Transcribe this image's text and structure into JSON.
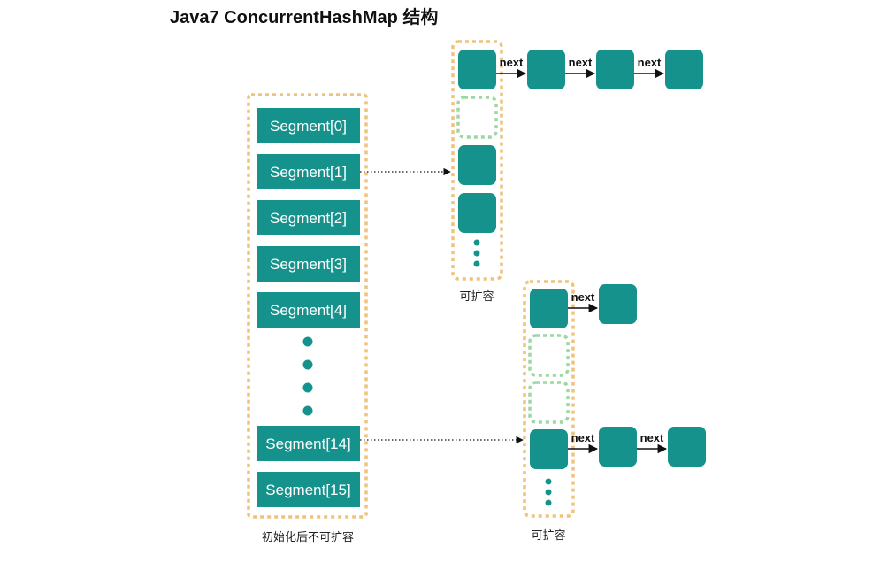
{
  "title": "Java7 ConcurrentHashMap 结构",
  "segments": {
    "labels": [
      "Segment[0]",
      "Segment[1]",
      "Segment[2]",
      "Segment[3]",
      "Segment[4]",
      "Segment[14]",
      "Segment[15]"
    ],
    "caption": "初始化后不可扩容"
  },
  "table_top": {
    "caption": "可扩容",
    "next_labels": [
      "next",
      "next",
      "next"
    ]
  },
  "table_bottom": {
    "caption": "可扩容",
    "next_labels_row1": [
      "next"
    ],
    "next_labels_row2": [
      "next",
      "next"
    ]
  },
  "colors": {
    "teal": "#16928c",
    "dashed_orange": "#f0c27b",
    "dashed_green": "#9ed6a4"
  }
}
